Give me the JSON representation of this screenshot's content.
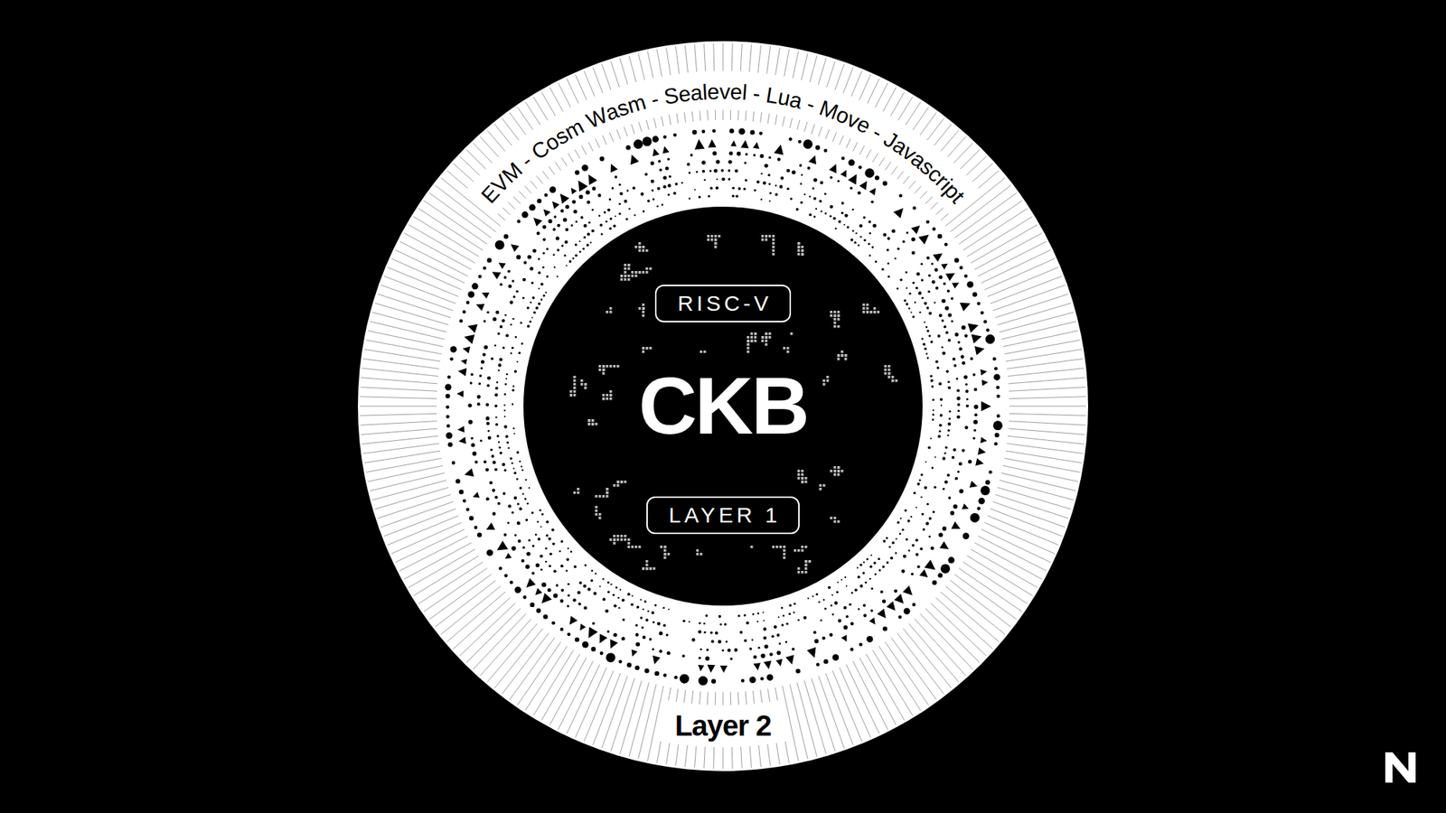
{
  "diagram": {
    "nodes": [
      {
        "text": [
          "EVM - Cosm Wasm - Sealevel - Lua - Move - Javascript",
          "Layer 2"
        ]
      },
      {
        "text": [
          "CKB"
        ],
        "in": 0
      },
      {
        "text": [
          "RISC-V"
        ],
        "in": 1
      },
      {
        "text": [
          "LAYER 1"
        ],
        "in": 1
      }
    ]
  }
}
